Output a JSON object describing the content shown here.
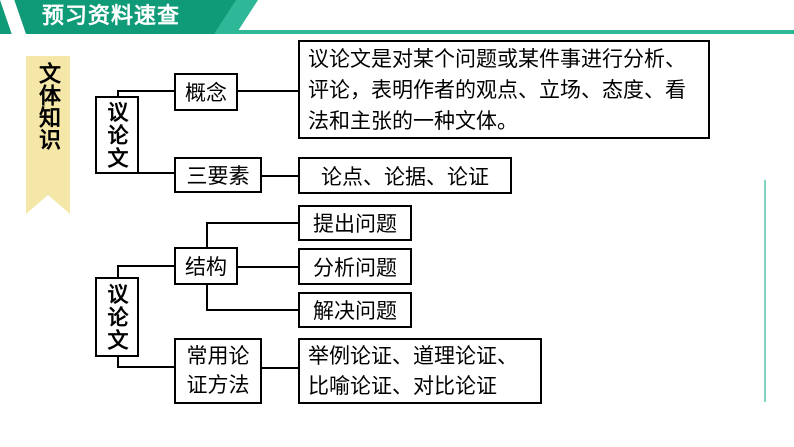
{
  "header": {
    "title": "预习资料速查"
  },
  "side_ribbon": {
    "label": "文体知识"
  },
  "diagram_top": {
    "root": "议论文",
    "branches": [
      {
        "label": "概念",
        "content": "议论文是对某个问题或某件事进行分析、评论，表明作者的观点、立场、态度、看法和主张的一种文体。"
      },
      {
        "label": "三要素",
        "content": "论点、论据、论证"
      }
    ]
  },
  "diagram_bottom": {
    "root": "议论文",
    "structure": {
      "label": "结构",
      "items": [
        "提出问题",
        "分析问题",
        "解决问题"
      ]
    },
    "methods": {
      "label_line1": "常用论",
      "label_line2": "证方法",
      "content_line1": "举例论证、道理论证、",
      "content_line2": "比喻论证、对比论证"
    }
  },
  "colors": {
    "header_dark": "#0f9a78",
    "header_light": "#2fb898",
    "ribbon": "#f5e7a8"
  }
}
